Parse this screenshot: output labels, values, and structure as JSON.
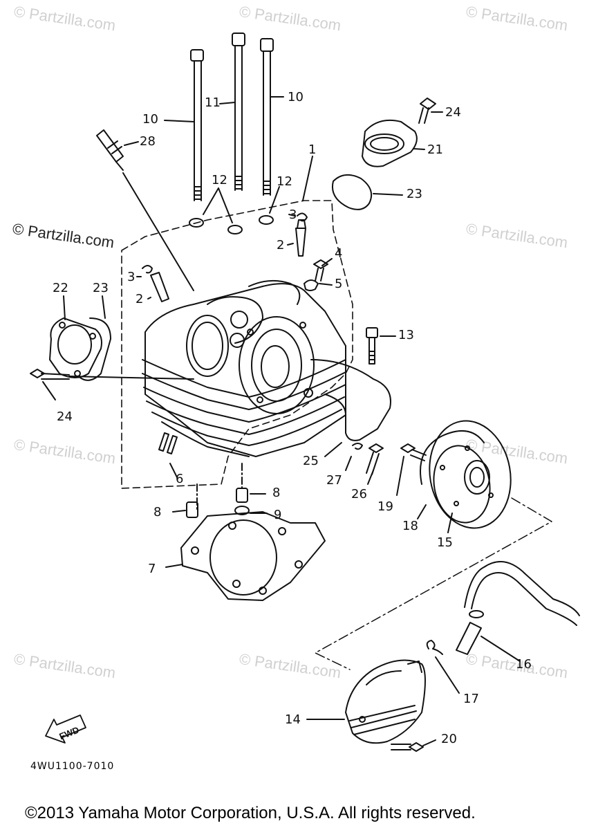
{
  "watermark": {
    "text": "© Partzilla.com"
  },
  "callouts": [
    {
      "id": "10a",
      "label": "10"
    },
    {
      "id": "11",
      "label": "11"
    },
    {
      "id": "10b",
      "label": "10"
    },
    {
      "id": "24a",
      "label": "24"
    },
    {
      "id": "28",
      "label": "28"
    },
    {
      "id": "21",
      "label": "21"
    },
    {
      "id": "1",
      "label": "1"
    },
    {
      "id": "12a",
      "label": "12"
    },
    {
      "id": "12b",
      "label": "12"
    },
    {
      "id": "23a",
      "label": "23"
    },
    {
      "id": "3a",
      "label": "3"
    },
    {
      "id": "2a",
      "label": "2"
    },
    {
      "id": "4",
      "label": "4"
    },
    {
      "id": "5",
      "label": "5"
    },
    {
      "id": "3b",
      "label": "3"
    },
    {
      "id": "2b",
      "label": "2"
    },
    {
      "id": "22",
      "label": "22"
    },
    {
      "id": "23b",
      "label": "23"
    },
    {
      "id": "13",
      "label": "13"
    },
    {
      "id": "24b",
      "label": "24"
    },
    {
      "id": "6",
      "label": "6"
    },
    {
      "id": "25",
      "label": "25"
    },
    {
      "id": "27",
      "label": "27"
    },
    {
      "id": "26",
      "label": "26"
    },
    {
      "id": "19",
      "label": "19"
    },
    {
      "id": "8a",
      "label": "8"
    },
    {
      "id": "8b",
      "label": "8"
    },
    {
      "id": "9",
      "label": "9"
    },
    {
      "id": "18",
      "label": "18"
    },
    {
      "id": "15",
      "label": "15"
    },
    {
      "id": "7",
      "label": "7"
    },
    {
      "id": "16",
      "label": "16"
    },
    {
      "id": "17",
      "label": "17"
    },
    {
      "id": "14",
      "label": "14"
    },
    {
      "id": "20",
      "label": "20"
    }
  ],
  "fwd_label": "FWD",
  "part_number": "4WU1100-7010",
  "copyright": "©2013  Yamaha Motor Corporation, U.S.A. All rights reserved."
}
